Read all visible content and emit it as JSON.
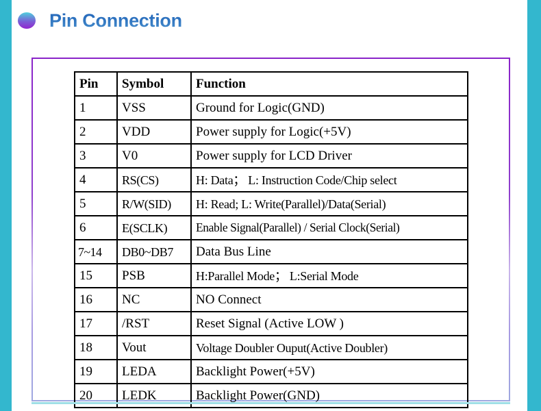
{
  "page": {
    "title": "Pin Connection",
    "bullet_icon": "gradient-bullet-icon",
    "accent_band_color": "#33b7ce",
    "title_color": "#2a6cbc",
    "panel_border_color": "#8a23c9"
  },
  "table": {
    "name": "pin-connection-table",
    "columns": [
      "Pin",
      "Symbol",
      "Function"
    ],
    "rows": [
      {
        "pin": "1",
        "symbol": "VSS",
        "function": "Ground for Logic(GND)"
      },
      {
        "pin": "2",
        "symbol": "VDD",
        "function": "Power supply for Logic(+5V)"
      },
      {
        "pin": "3",
        "symbol": "V0",
        "function": "Power supply for LCD Driver"
      },
      {
        "pin": "4",
        "symbol": "RS(CS)",
        "function": "H: Data；  L: Instruction Code/Chip select"
      },
      {
        "pin": "5",
        "symbol": "R/W(SID)",
        "function": "H: Read; L: Write(Parallel)/Data(Serial)"
      },
      {
        "pin": "6",
        "symbol": "E(SCLK)",
        "function": "Enable Signal(Parallel) / Serial Clock(Serial)"
      },
      {
        "pin": "7~14",
        "symbol": "DB0~DB7",
        "function": "Data Bus Line"
      },
      {
        "pin": "15",
        "symbol": "PSB",
        "function": "H:Parallel Mode；  L:Serial Mode"
      },
      {
        "pin": "16",
        "symbol": "NC",
        "function": "NO Connect"
      },
      {
        "pin": "17",
        "symbol": "/RST",
        "function": "Reset Signal (Active LOW )"
      },
      {
        "pin": "18",
        "symbol": "Vout",
        "function": "Voltage Doubler Ouput(Active Doubler)"
      },
      {
        "pin": "19",
        "symbol": "LEDA",
        "function": "Backlight Power(+5V)"
      },
      {
        "pin": "20",
        "symbol": "LEDK",
        "function": "Backlight Power(GND)"
      }
    ]
  }
}
